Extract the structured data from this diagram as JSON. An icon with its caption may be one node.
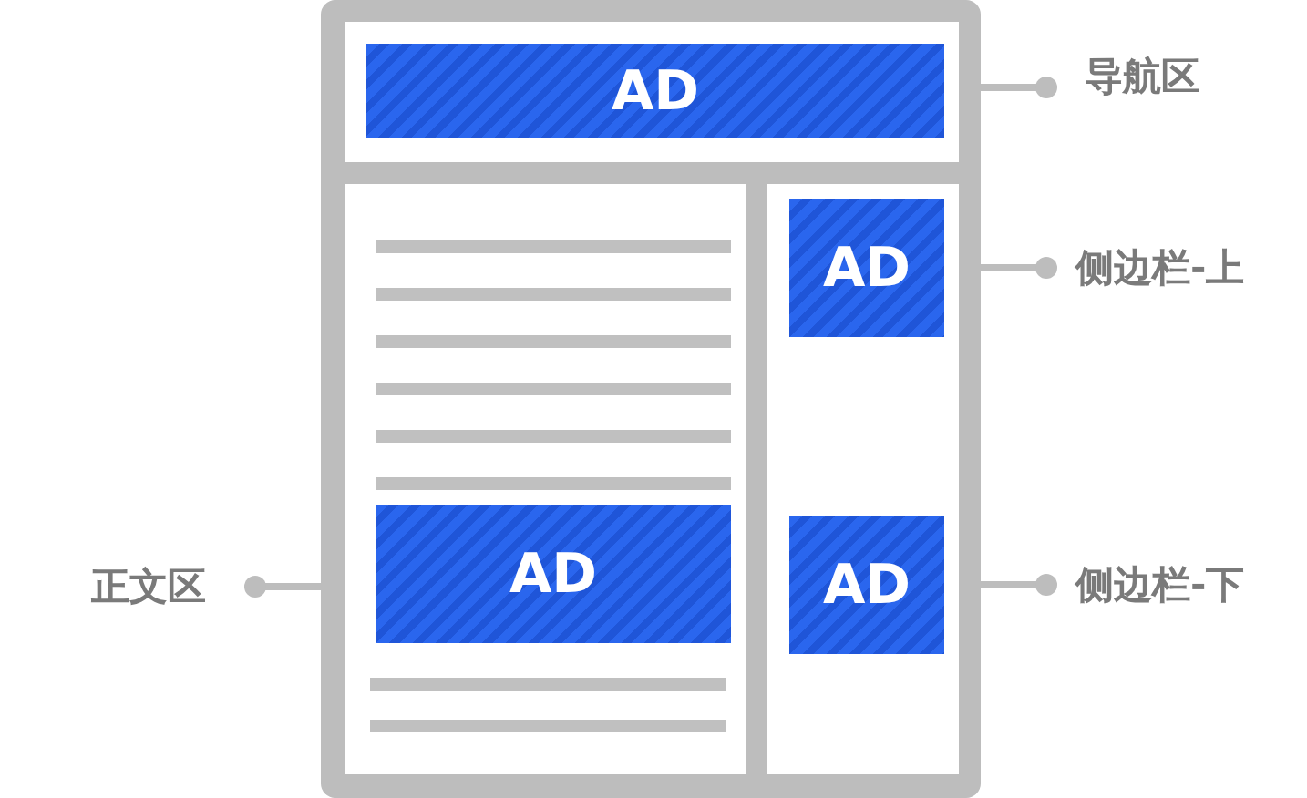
{
  "diagram": {
    "nodes": [
      {
        "text": [],
        "shape": "box"
      },
      {
        "text": [],
        "shape": "box",
        "in": 0
      },
      {
        "text": [
          "AD"
        ],
        "in": 1
      },
      {
        "text": [],
        "shape": "box",
        "in": 0
      },
      {
        "text": [
          "AD"
        ],
        "in": 3
      },
      {
        "text": [],
        "shape": "box",
        "in": 0
      },
      {
        "text": [
          "AD"
        ],
        "in": 5
      },
      {
        "text": [
          "AD"
        ],
        "in": 5
      },
      {
        "text": [
          "导航区"
        ]
      },
      {
        "text": [
          "侧边栏-上"
        ]
      },
      {
        "text": [
          "正文区"
        ]
      },
      {
        "text": [
          "侧边栏-下"
        ]
      }
    ],
    "edges": [
      {
        "from": 8,
        "to": 1,
        "arrow": "other"
      },
      {
        "from": 9,
        "to": 5,
        "arrow": "other"
      },
      {
        "from": 10,
        "to": 3,
        "arrow": "other"
      },
      {
        "from": 11,
        "to": 5,
        "arrow": "other"
      }
    ]
  }
}
